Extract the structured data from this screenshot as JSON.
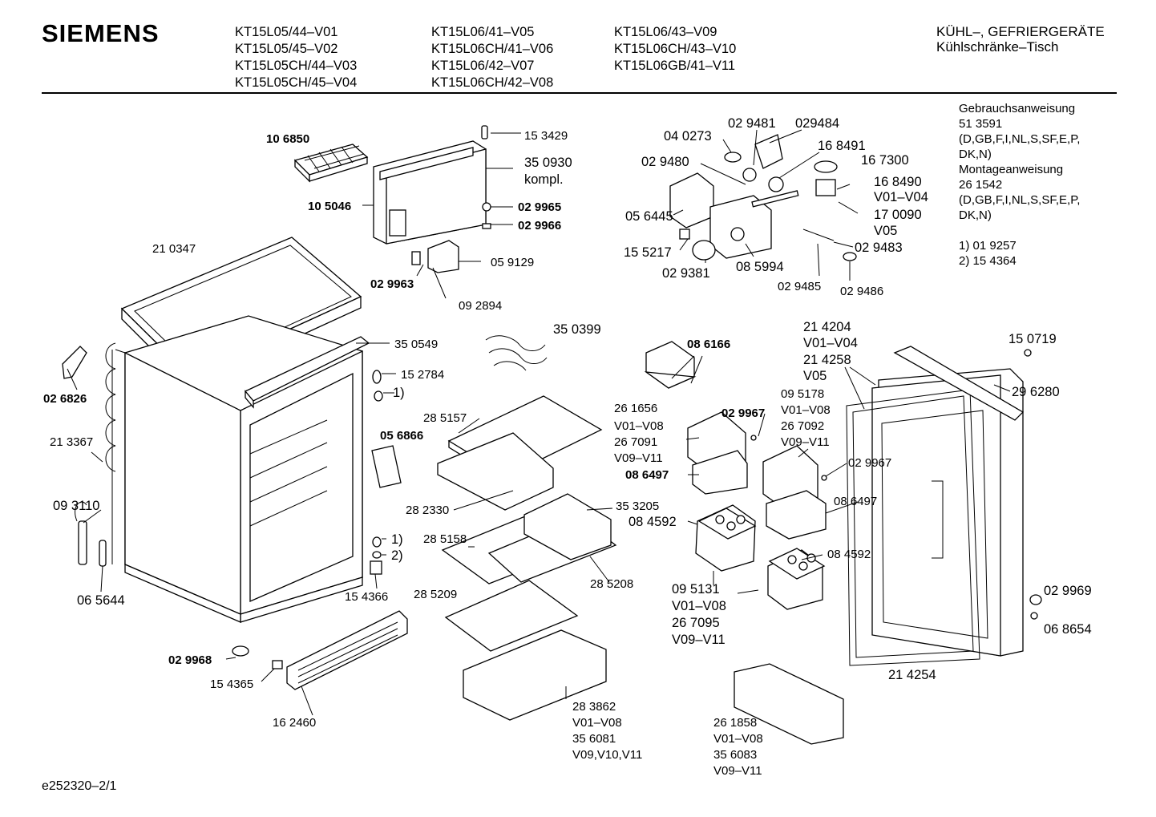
{
  "header": {
    "brand": "SIEMENS",
    "models_col1": [
      "KT15L05/44–V01",
      "KT15L05/45–V02",
      "KT15L05CH/44–V03",
      "KT15L05CH/45–V04"
    ],
    "models_col2": [
      "KT15L06/41–V05",
      "KT15L06CH/41–V06",
      "KT15L06/42–V07",
      "KT15L06CH/42–V08"
    ],
    "models_col3": [
      "KT15L06/43–V09",
      "KT15L06CH/43–V10",
      "KT15L06GB/41–V11"
    ],
    "category_line1": "KÜHL–, GEFRIERGERÄTE",
    "category_line2": "Kühlschränke–Tisch"
  },
  "notes": [
    "Gebrauchsanweisung",
    "51 3591",
    "(D,GB,F,I,NL,S,SF,E,P,",
    "DK,N)",
    "Montageanweisung",
    "26 1542",
    "(D,GB,F,I,NL,S,SF,E,P,",
    "DK,N)",
    "",
    "1)  01 9257",
    "2)  15 4364"
  ],
  "labels": {
    "l_106850": "10 6850",
    "l_153429": "15 3429",
    "l_350930": "35 0930",
    "l_kompl": "kompl.",
    "l_105046": "10 5046",
    "l_029965": "02 9965",
    "l_029966": "02 9966",
    "l_210347": "21 0347",
    "l_029963": "02 9963",
    "l_059129": "05 9129",
    "l_092894": "09 2894",
    "l_040273": "04 0273",
    "l_029481": "02 9481",
    "l_029484": "029484",
    "l_168491": "16 8491",
    "l_029480": "02 9480",
    "l_167300": "16 7300",
    "l_168490": "16 8490",
    "l_v01v04a": "V01–V04",
    "l_056445": "05 6445",
    "l_170090": "17 0090",
    "l_v05a": "V05",
    "l_155217": "15 5217",
    "l_029483": "02 9483",
    "l_029381": "02 9381",
    "l_085994": "08 5994",
    "l_029485": "02 9485",
    "l_029486": "02 9486",
    "l_350399": "35 0399",
    "l_350549": "35 0549",
    "l_152784": "15 2784",
    "l_note1a": "1)",
    "l_026826": "02 6826",
    "l_086166": "08 6166",
    "l_214204": "21 4204",
    "l_v01v04b": "V01–V04",
    "l_214258": "21 4258",
    "l_v05b": "V05",
    "l_150719": "15 0719",
    "l_296280": "29 6280",
    "l_285157": "28 5157",
    "l_261656": "26 1656",
    "l_v01v08a": "V01–V08",
    "l_267091": "26 7091",
    "l_v09v11a": "V09–V11",
    "l_029967a": "02 9967",
    "l_095178": "09 5178",
    "l_v01v08b": "V01–V08",
    "l_267092": "26 7092",
    "l_v09v11b": "V09–V11",
    "l_213367": "21 3367",
    "l_056866": "05 6866",
    "l_086497a": "08 6497",
    "l_029967b": "02 9967",
    "l_093110": "09 3110",
    "l_282330": "28 2330",
    "l_353205": "35 3205",
    "l_084592a": "08 4592",
    "l_086497b": "08 6497",
    "l_note1b": "1)",
    "l_note2": "2)",
    "l_285158": "28 5158",
    "l_084592b": "08 4592",
    "l_154366": "15 4366",
    "l_285208": "28 5208",
    "l_065644": "06 5644",
    "l_285209": "28 5209",
    "l_095131": "09 5131",
    "l_v01v08c": "V01–V08",
    "l_267095": "26 7095",
    "l_v09v11c": "V09–V11",
    "l_029969": "02 9969",
    "l_068654": "06 8654",
    "l_029968": "02 9968",
    "l_154365": "15 4365",
    "l_214254": "21 4254",
    "l_283862": "28 3862",
    "l_v01v08d": "V01–V08",
    "l_356081": "35 6081",
    "l_v09v10v11": "V09,V10,V11",
    "l_261858": "26 1858",
    "l_v01v08e": "V01–V08",
    "l_356083": "35 6083",
    "l_v09v11d": "V09–V11",
    "l_162460": "16 2460"
  },
  "footer": {
    "code": "e252320–2/1"
  }
}
